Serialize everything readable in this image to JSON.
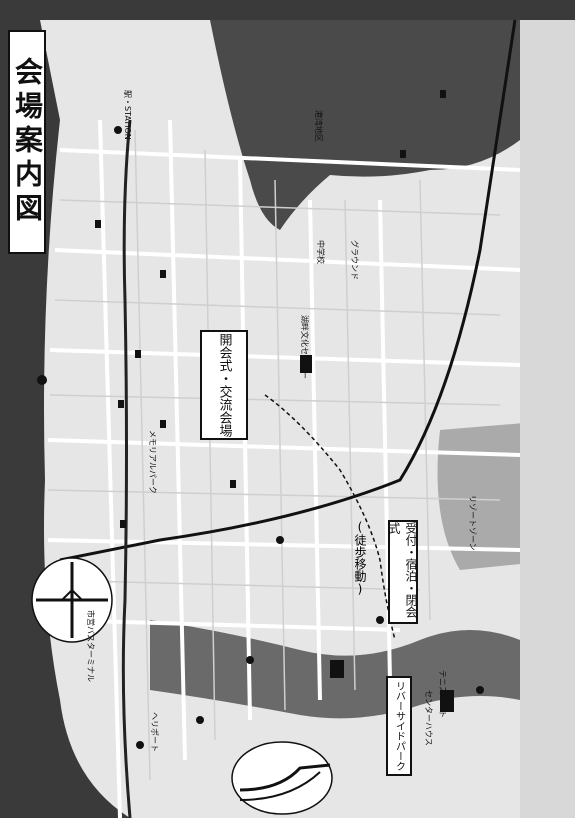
{
  "title": "会場案内図",
  "venues": {
    "main_venue": "開会式・交流会場",
    "reception": "受付・宿泊・閉会式",
    "walk": "(徒歩移動)",
    "riverside_park": "リバーサイドパーク"
  },
  "places": {
    "culture_center": "湖畔文化センター",
    "bus_terminal": "市営バスターミナル",
    "memorial_park": "メモリアルパーク",
    "station": "駅・STATION",
    "heliport": "ヘリポート",
    "center_house": "センターハウス",
    "tennis_court": "テニスコート",
    "school": "中学校",
    "ground": "グラウンド",
    "harbor": "港湾地区",
    "resort_zone": "リゾートゾーン"
  },
  "colors": {
    "water": "#2f2f2f",
    "land": "#e9e9e9",
    "road": "#ffffff",
    "park": "#9a9a9a"
  },
  "icons": [
    "compass-icon",
    "interchange-icon"
  ]
}
